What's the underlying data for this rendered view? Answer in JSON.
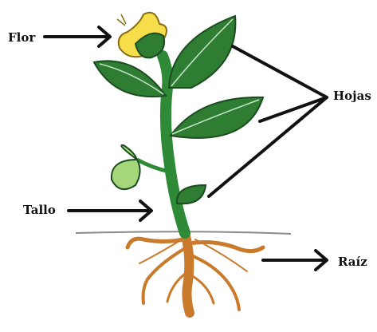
{
  "labels": {
    "flower": "Flor",
    "leaves": "Hojas",
    "stem": "Tallo",
    "root": "Raíz"
  },
  "colors": {
    "leaf": "#2e7d32",
    "leaf_light": "#a5d67a",
    "stem": "#2f8a37",
    "flower": "#f6dd4a",
    "root": "#c97a2a",
    "soil_line": "#888888",
    "arrow": "#111111"
  }
}
